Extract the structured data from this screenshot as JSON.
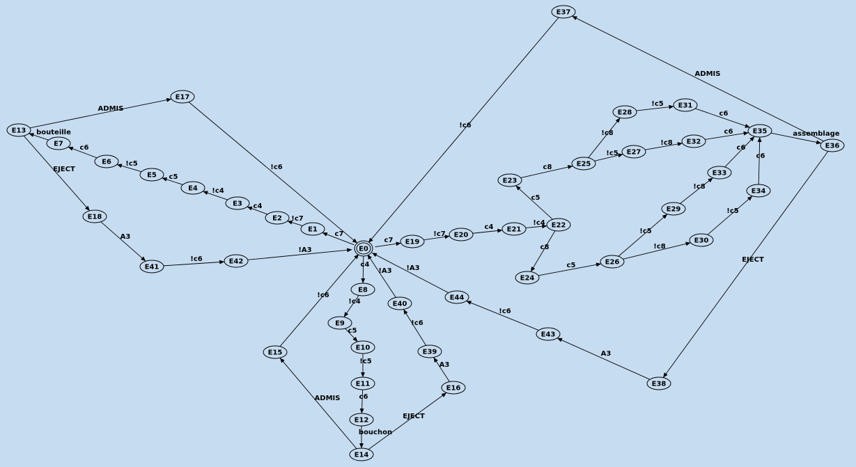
{
  "diagram": {
    "type": "state-machine",
    "colors": {
      "background": "#c6dcf1",
      "stroke": "#000000",
      "text": "#000000"
    },
    "initial_state": "E0",
    "nodes": [
      "E0",
      "E1",
      "E2",
      "E3",
      "E4",
      "E5",
      "E6",
      "E7",
      "E8",
      "E9",
      "E10",
      "E11",
      "E12",
      "E13",
      "E14",
      "E15",
      "E16",
      "E17",
      "E18",
      "E19",
      "E20",
      "E21",
      "E22",
      "E23",
      "E24",
      "E25",
      "E26",
      "E27",
      "E28",
      "E29",
      "E30",
      "E31",
      "E32",
      "E33",
      "E34",
      "E35",
      "E36",
      "E37",
      "E38",
      "E39",
      "E40",
      "E41",
      "E42",
      "E43",
      "E44"
    ],
    "edges": [
      {
        "from": "E0",
        "to": "E1",
        "label": "c7"
      },
      {
        "from": "E1",
        "to": "E2",
        "label": "!c7"
      },
      {
        "from": "E2",
        "to": "E3",
        "label": "c4"
      },
      {
        "from": "E3",
        "to": "E4",
        "label": "!c4"
      },
      {
        "from": "E4",
        "to": "E5",
        "label": "c5"
      },
      {
        "from": "E5",
        "to": "E6",
        "label": "!c5"
      },
      {
        "from": "E6",
        "to": "E7",
        "label": "c6"
      },
      {
        "from": "E7",
        "to": "E13",
        "label": "bouteille"
      },
      {
        "from": "E13",
        "to": "E17",
        "label": "ADMIS"
      },
      {
        "from": "E17",
        "to": "E0",
        "label": "!c6"
      },
      {
        "from": "E13",
        "to": "E18",
        "label": "EJECT"
      },
      {
        "from": "E18",
        "to": "E41",
        "label": "A3"
      },
      {
        "from": "E41",
        "to": "E42",
        "label": "!c6"
      },
      {
        "from": "E42",
        "to": "E0",
        "label": "!A3"
      },
      {
        "from": "E0",
        "to": "E8",
        "label": "c4"
      },
      {
        "from": "E8",
        "to": "E9",
        "label": "!c4"
      },
      {
        "from": "E9",
        "to": "E10",
        "label": "c5"
      },
      {
        "from": "E10",
        "to": "E11",
        "label": "!c5"
      },
      {
        "from": "E11",
        "to": "E12",
        "label": "c6"
      },
      {
        "from": "E12",
        "to": "E14",
        "label": "bouchon"
      },
      {
        "from": "E14",
        "to": "E15",
        "label": "ADMIS"
      },
      {
        "from": "E15",
        "to": "E0",
        "label": "!c6"
      },
      {
        "from": "E14",
        "to": "E16",
        "label": "EJECT"
      },
      {
        "from": "E16",
        "to": "E39",
        "label": "A3"
      },
      {
        "from": "E39",
        "to": "E40",
        "label": "!c6"
      },
      {
        "from": "E40",
        "to": "E0",
        "label": "!A3"
      },
      {
        "from": "E0",
        "to": "E19",
        "label": "c7"
      },
      {
        "from": "E19",
        "to": "E20",
        "label": "!c7"
      },
      {
        "from": "E20",
        "to": "E21",
        "label": "c4"
      },
      {
        "from": "E21",
        "to": "E22",
        "label": "!c4"
      },
      {
        "from": "E22",
        "to": "E23",
        "label": "c5"
      },
      {
        "from": "E22",
        "to": "E24",
        "label": "c8"
      },
      {
        "from": "E23",
        "to": "E25",
        "label": "c8"
      },
      {
        "from": "E24",
        "to": "E26",
        "label": "c5"
      },
      {
        "from": "E25",
        "to": "E28",
        "label": "!c8"
      },
      {
        "from": "E25",
        "to": "E27",
        "label": "!c5"
      },
      {
        "from": "E26",
        "to": "E29",
        "label": "!c5"
      },
      {
        "from": "E26",
        "to": "E30",
        "label": "!c8"
      },
      {
        "from": "E28",
        "to": "E31",
        "label": "!c5"
      },
      {
        "from": "E27",
        "to": "E32",
        "label": "!c8"
      },
      {
        "from": "E29",
        "to": "E33",
        "label": "!c8"
      },
      {
        "from": "E30",
        "to": "E34",
        "label": "!c5"
      },
      {
        "from": "E31",
        "to": "E35",
        "label": "c6"
      },
      {
        "from": "E32",
        "to": "E35",
        "label": "c6"
      },
      {
        "from": "E33",
        "to": "E35",
        "label": "c6"
      },
      {
        "from": "E34",
        "to": "E35",
        "label": "c6"
      },
      {
        "from": "E35",
        "to": "E36",
        "label": "assemblage"
      },
      {
        "from": "E36",
        "to": "E37",
        "label": "ADMIS"
      },
      {
        "from": "E37",
        "to": "E0",
        "label": "!c6"
      },
      {
        "from": "E36",
        "to": "E38",
        "label": "EJECT"
      },
      {
        "from": "E38",
        "to": "E43",
        "label": "A3"
      },
      {
        "from": "E43",
        "to": "E44",
        "label": "!c6"
      },
      {
        "from": "E44",
        "to": "E0",
        "label": "!A3"
      }
    ]
  }
}
